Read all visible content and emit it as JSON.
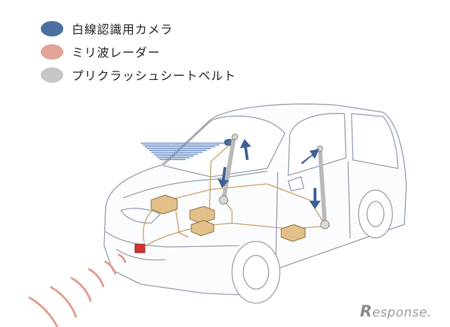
{
  "legend": {
    "items": [
      {
        "label": "白線認識用カメラ",
        "color": "#4a6fa0"
      },
      {
        "label": "ミリ波レーダー",
        "color": "#e0a498"
      },
      {
        "label": "プリクラッシュシートベルト",
        "color": "#c6c6c6"
      }
    ]
  },
  "watermark": {
    "initial": "R",
    "rest": "esponse."
  },
  "colors": {
    "camera_beam": "#6d8fc4",
    "radar_wave": "#e39a90",
    "wiring": "#c79a5c",
    "car_outline": "#8f9aa8",
    "arrow": "#3e5f96",
    "seatbelt": "#b9b9b9",
    "box": "#e2c08a",
    "radar_unit": "#d43030"
  }
}
